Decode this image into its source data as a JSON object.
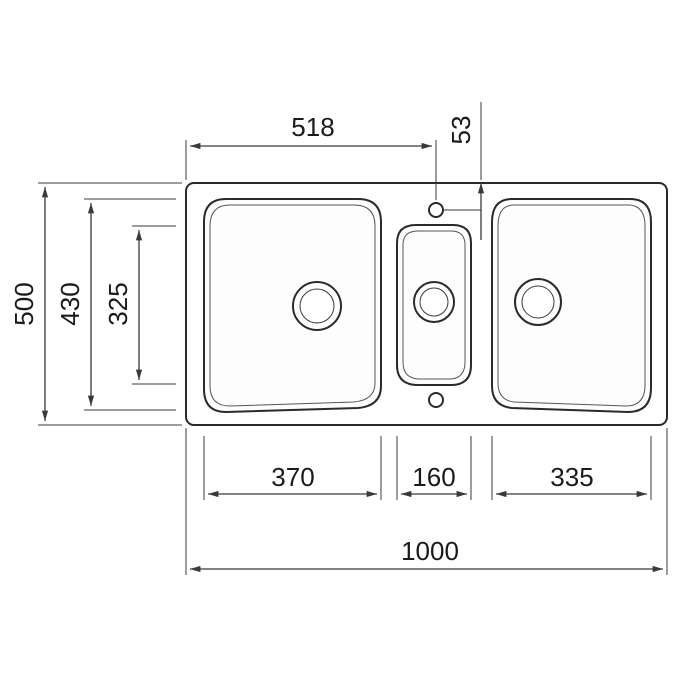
{
  "dimensions": {
    "overall_width": "1000",
    "overall_depth": "500",
    "bowl_depth": "430",
    "small_bowl_depth": "325",
    "left_bowl_width": "370",
    "center_bowl_width": "160",
    "right_bowl_width": "335",
    "tap_hole_position": "518",
    "tap_hole_offset": "53"
  },
  "colors": {
    "line": "#3a3a3a",
    "background": "#ffffff"
  }
}
